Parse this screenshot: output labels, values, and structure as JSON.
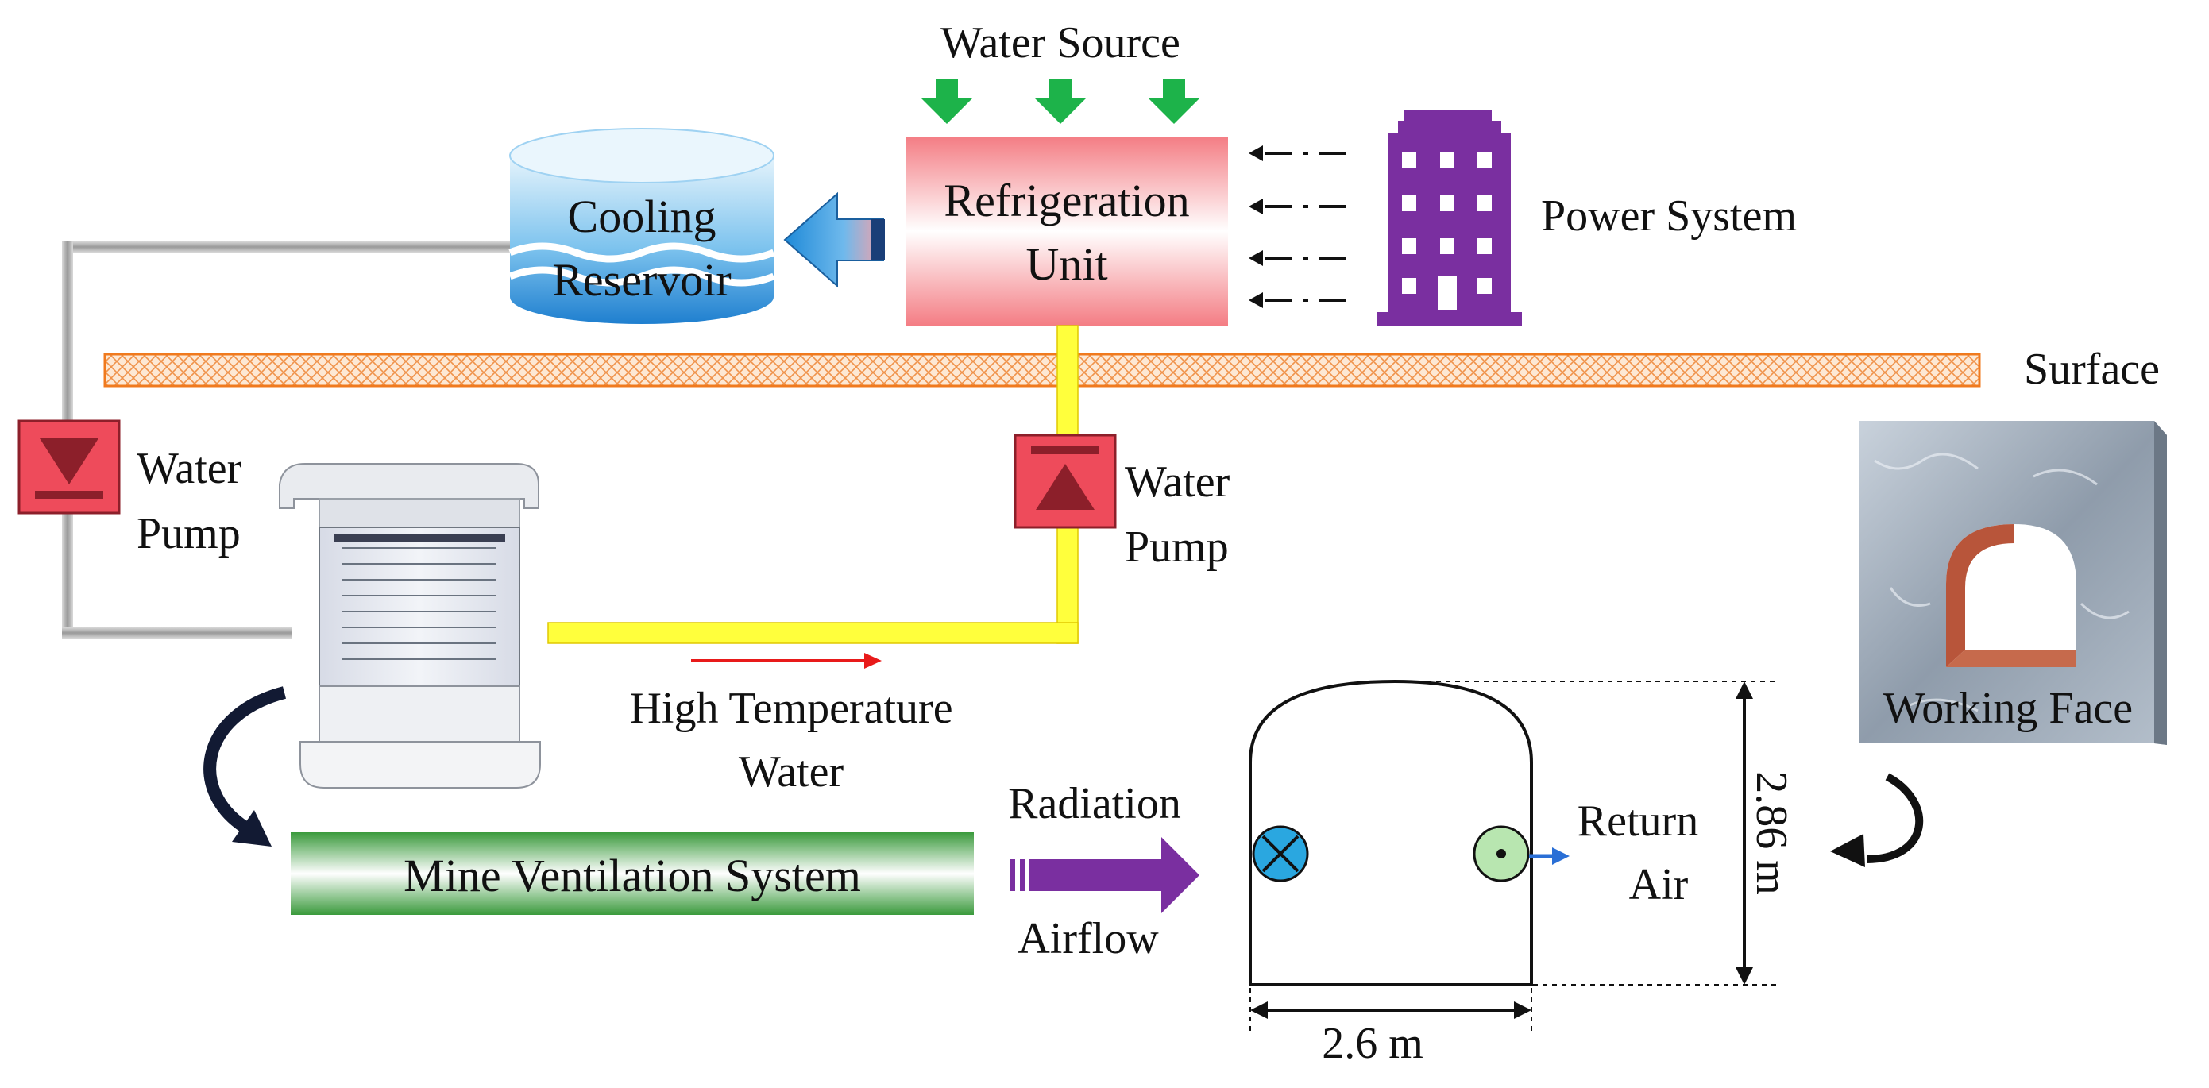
{
  "labels": {
    "water_source": "Water Source",
    "refrigeration_unit_1": "Refrigeration",
    "refrigeration_unit_2": "Unit",
    "power_system": "Power System",
    "cooling_reservoir_1": "Cooling",
    "cooling_reservoir_2": "Reservoir",
    "surface": "Surface",
    "water_pump_left_1": "Water",
    "water_pump_left_2": "Pump",
    "water_pump_right_1": "Water",
    "water_pump_right_2": "Pump",
    "high_temp_water_1": "High Temperature",
    "high_temp_water_2": "Water",
    "radiation": "Radiation",
    "airflow": "Airflow",
    "mine_ventilation_system": "Mine Ventilation System",
    "return_air_1": "Return",
    "return_air_2": "Air",
    "working_face": "Working Face",
    "height_dim": "2.86 m",
    "width_dim": "2.6 m"
  },
  "colors": {
    "pump_fill": "#ee4b5b",
    "pump_dark": "#8c1f2a",
    "pipe_yellow": "#ffff3c",
    "ground_orange": "#f07a1e",
    "power_purple": "#7a2fa0",
    "water_source_green": "#1db34a",
    "cooling_blue": "#2a8fd6",
    "ventilation_green": "#2f9a3a",
    "radiation_purple": "#7a2fa0",
    "intake_blue": "#2aa7e0",
    "return_green": "#b8e6b0",
    "return_arrow_blue": "#2a6fd6",
    "hot_arrow_red": "#e81a1a"
  }
}
